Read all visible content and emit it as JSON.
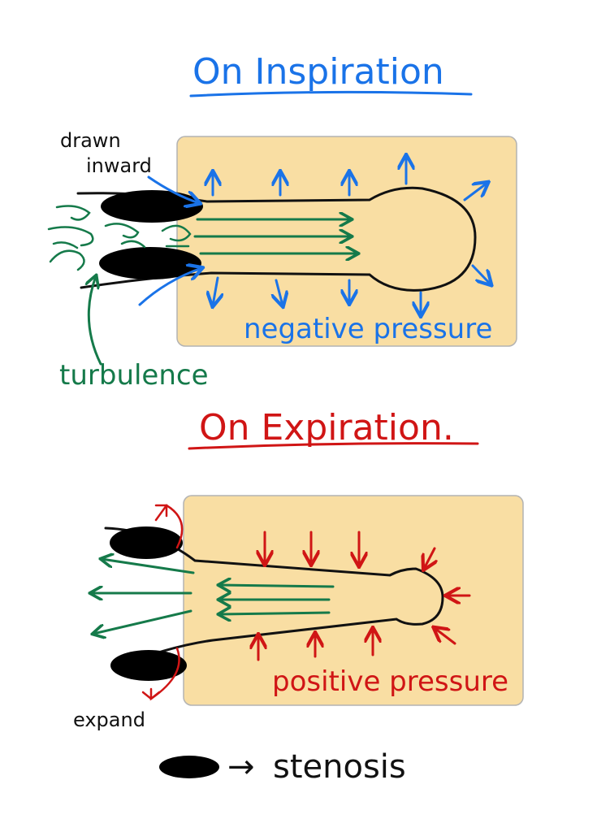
{
  "colors": {
    "panel": "#f9dea3",
    "panel_border": "#b3b3b3",
    "inspiration": "#1a73e8",
    "expiration": "#d01515",
    "airflow": "#157a4a",
    "airway": "#111111",
    "stenosis": "#000000"
  },
  "inspiration": {
    "title": "On Inspiration",
    "drawn_inward": [
      "drawn",
      "inward"
    ],
    "turbulence": "turbulence",
    "pressure": "negative pressure"
  },
  "expiration": {
    "title": "On Expiration.",
    "expand": "expand",
    "pressure": "positive pressure"
  },
  "legend": {
    "symbol": "stenosis-ellipse",
    "arrow": "→",
    "label": "stenosis"
  }
}
